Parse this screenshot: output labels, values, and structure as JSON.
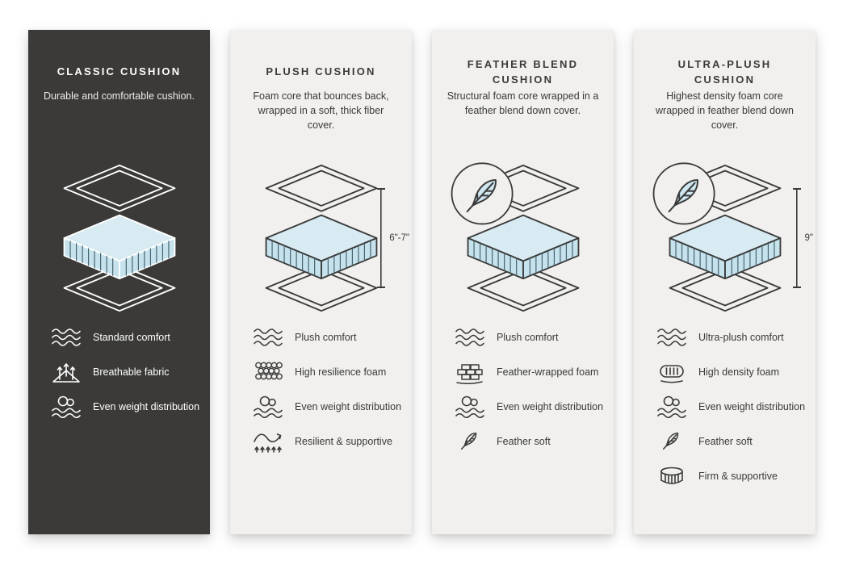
{
  "page": {
    "title": "Cushion comparison infographic"
  },
  "colors": {
    "page_bg": "#ffffff",
    "card_dark_bg": "#3b3a39",
    "card_light_bg": "#f1f0ee",
    "ink": "#3a3a3a",
    "foam_top_fill": "#d8ebf2",
    "foam_side_fill": "#c6e3ed",
    "feather_fill": "#cfe7f0"
  },
  "cards": [
    {
      "title": "CLASSIC CUSHION",
      "description": "Durable and comfortable cushion.",
      "height_label": "",
      "features": [
        {
          "icon": "comfort-waves-icon",
          "label": "Standard comfort"
        },
        {
          "icon": "breathable-fabric-icon",
          "label": "Breathable fabric"
        },
        {
          "icon": "even-weight-distribution-icon",
          "label": "Even weight distribution"
        }
      ]
    },
    {
      "title": "PLUSH CUSHION",
      "description": "Foam core that bounces back, wrapped in a soft, thick fiber cover.",
      "height_label": "6\"-7\"",
      "features": [
        {
          "icon": "comfort-waves-icon",
          "label": "Plush comfort"
        },
        {
          "icon": "high-resilience-foam-icon",
          "label": "High resilience foam"
        },
        {
          "icon": "even-weight-distribution-icon",
          "label": "Even weight distribution"
        },
        {
          "icon": "resilient-supportive-icon",
          "label": "Resilient & supportive"
        }
      ]
    },
    {
      "title": "FEATHER BLEND CUSHION",
      "description": "Structural foam core wrapped in a feather blend down cover.",
      "height_label": "",
      "features": [
        {
          "icon": "comfort-waves-icon",
          "label": "Plush comfort"
        },
        {
          "icon": "feather-wrapped-foam-icon",
          "label": "Feather-wrapped foam"
        },
        {
          "icon": "even-weight-distribution-icon",
          "label": "Even weight distribution"
        },
        {
          "icon": "feather-icon",
          "label": "Feather soft"
        }
      ]
    },
    {
      "title": "ULTRA-PLUSH CUSHION",
      "description": "Highest density foam core wrapped in feather blend down cover.",
      "height_label": "9\"",
      "features": [
        {
          "icon": "comfort-waves-icon",
          "label": "Ultra-plush comfort"
        },
        {
          "icon": "high-density-foam-icon",
          "label": "High density foam"
        },
        {
          "icon": "even-weight-distribution-icon",
          "label": "Even weight distribution"
        },
        {
          "icon": "feather-icon",
          "label": "Feather soft"
        },
        {
          "icon": "firm-supportive-icon",
          "label": "Firm & supportive"
        }
      ]
    }
  ]
}
